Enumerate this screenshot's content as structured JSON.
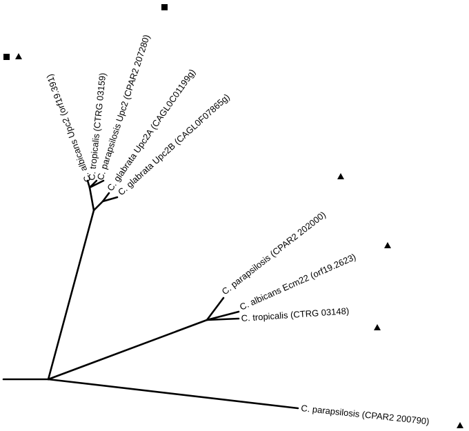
{
  "tree": {
    "leaves": {
      "ca_upc2": "C. albicans Upc2 (orf19.391)",
      "ct_03159": "C. tropicalis (CTRG 03159)",
      "cp_207280": "C. parapsilosis Upc2 (CPAR2 207280)",
      "cg_upc2a": "C. glabrata Upc2A (CAGL0C01199g)",
      "cg_upc2b": "C. glabrata Upc2B (CAGL0F07865g)",
      "cp_202000": "C. parapsilosis (CPAR2 202000)",
      "ca_ecm22": "C. albicans Ecm22 (orf19.2623)",
      "ct_03148": "C. tropicalis (CTRG 03148)",
      "cp_200790": "C. parapsilosis (CPAR2 200790)"
    },
    "markers": {
      "ca_upc2": [
        "square",
        "triangle"
      ],
      "cp_207280": [
        "square"
      ],
      "cp_202000": [
        "triangle"
      ],
      "ca_ecm22": [
        "triangle"
      ],
      "ct_03148": [
        "triangle"
      ],
      "cp_200790": [
        "triangle"
      ]
    }
  }
}
